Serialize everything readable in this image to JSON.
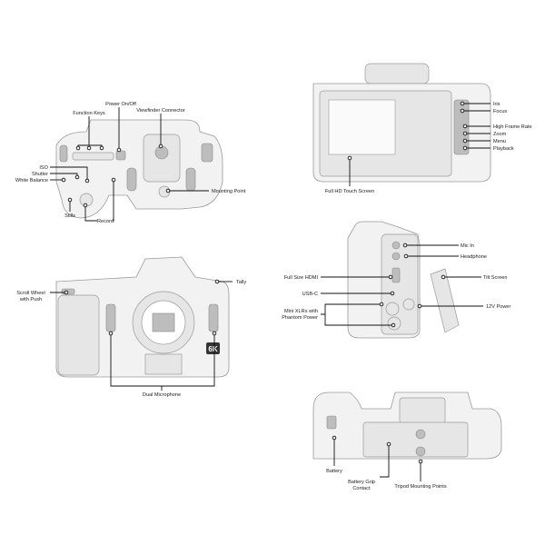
{
  "top_view": {
    "function_keys": "Function Keys",
    "power": "Power On/Off",
    "viewfinder_connector": "Viewfinder Connector",
    "iso": "ISO",
    "shutter": "Shutter",
    "white_balance": "White Balance",
    "stills": "Stills",
    "record": "Record",
    "mounting_point": "Mounting Point"
  },
  "back_view": {
    "iris": "Iris",
    "focus": "Focus",
    "high_frame_rate": "High Frame Rate",
    "zoom": "Zoom",
    "menu": "Menu",
    "playback": "Playback",
    "touch_screen": "Full HD Touch Screen"
  },
  "front_view": {
    "tally": "Tally",
    "scroll_wheel_1": "Scroll Wheel",
    "scroll_wheel_2": "with Push",
    "dual_microphone": "Dual Microphone",
    "badge": "6K"
  },
  "side_view": {
    "mic_in": "Mic In",
    "headphone": "Headphone",
    "tilt_screen": "Tilt Screen",
    "hdmi": "Full Size HDMI",
    "usbc": "USB-C",
    "xlr_1": "Mini XLRs with",
    "xlr_2": "Phantom Power",
    "power_12v": "12V Power"
  },
  "bottom_view": {
    "battery": "Battery",
    "grip_contact_1": "Battery Grip",
    "grip_contact_2": "Contact",
    "tripod": "Tripod Mounting Points"
  }
}
